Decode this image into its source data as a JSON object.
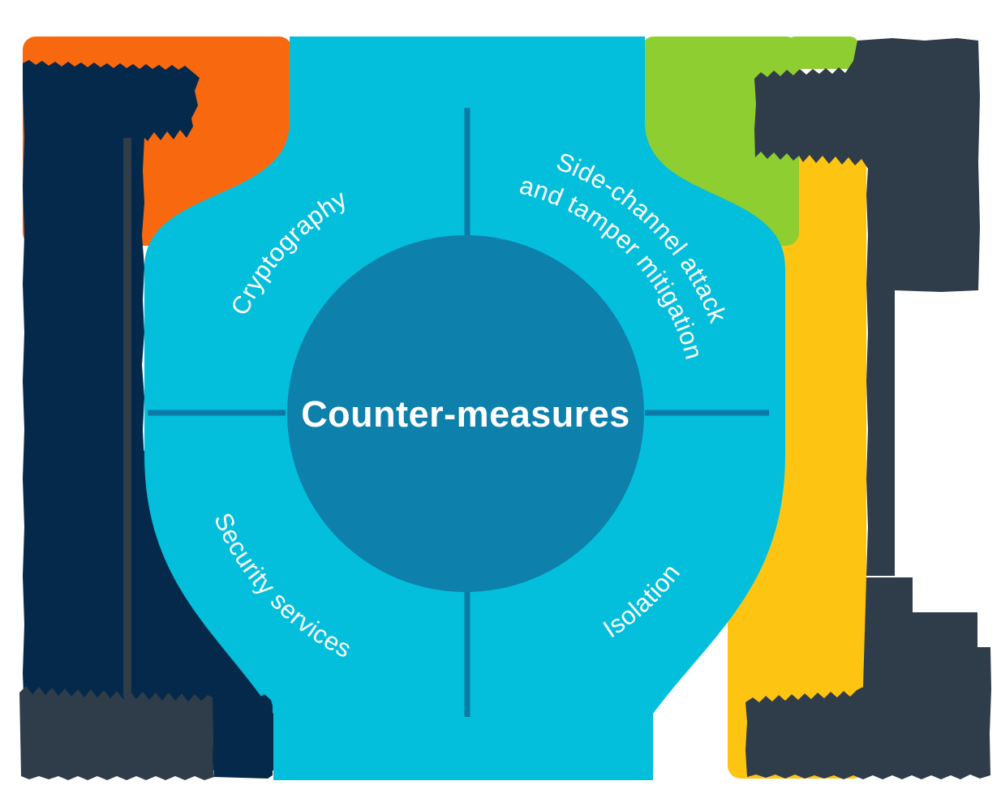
{
  "diagram": {
    "center": {
      "label": "Counter-measures"
    },
    "quadrants": [
      {
        "position": "top-left",
        "label": "Cryptography"
      },
      {
        "position": "top-right",
        "label_line1": "Side-channel attack",
        "label_line2": "and tamper mitigation"
      },
      {
        "position": "bottom-left",
        "label": "Security services"
      },
      {
        "position": "bottom-right",
        "label": "Isolation"
      }
    ],
    "corner_ribbons": [
      {
        "position": "top-left",
        "color": "#F8690F"
      },
      {
        "position": "top-right",
        "color": "#8FCE30"
      },
      {
        "position": "bottom-right",
        "color": "#FDC512"
      },
      {
        "position": "bottom-left",
        "color": "#05294B"
      }
    ],
    "redacted_text_regions": [
      {
        "position": "top-left-column",
        "color": "#05294B"
      },
      {
        "position": "top-right",
        "color": "#2F3C4A"
      },
      {
        "position": "bottom-left",
        "color": "#2F3C4A"
      },
      {
        "position": "bottom-right",
        "color": "#2F3C4A"
      }
    ],
    "palette": {
      "background": "#FFFFFF",
      "quadrant_cyan": "#03BFDC",
      "center_circle_blue": "#0E80AC",
      "divider_blue": "#0A7AA6",
      "navy": "#05294B",
      "slate": "#2F3C4A",
      "orange": "#F8690F",
      "green": "#8FCE30",
      "yellow": "#FDC512"
    }
  }
}
